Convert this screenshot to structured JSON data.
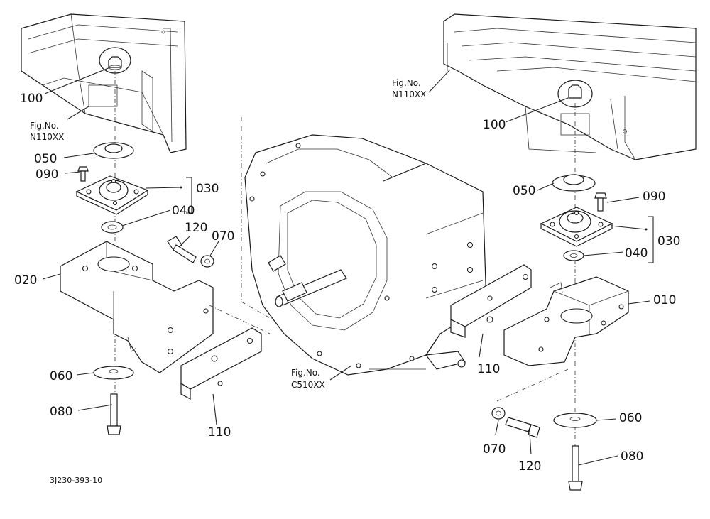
{
  "diagram_code": "3J230-393-10",
  "figure_refs": {
    "left_frame": {
      "line1": "Fig.No.",
      "line2": "N110XX"
    },
    "right_frame": {
      "line1": "Fig.No.",
      "line2": "N110XX"
    },
    "transmission": {
      "line1": "Fig.No.",
      "line2": "C510XX"
    }
  },
  "left_labels": {
    "p100": "100",
    "p050": "050",
    "p090": "090",
    "p030": "030",
    "p040": "040",
    "p120": "120",
    "p070": "070",
    "p020": "020",
    "p060": "060",
    "p080": "080",
    "p110": "110"
  },
  "right_labels": {
    "p100": "100",
    "p050": "050",
    "p090": "090",
    "p030": "030",
    "p040": "040",
    "p010": "010",
    "p110": "110",
    "p060": "060",
    "p070": "070",
    "p120": "120",
    "p080": "080"
  }
}
